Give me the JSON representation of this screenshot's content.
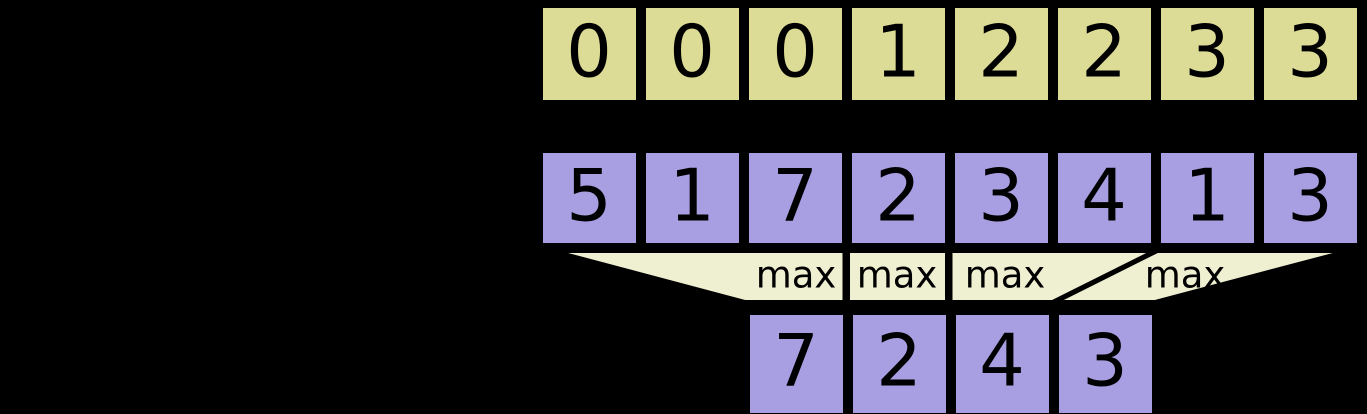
{
  "diagram": {
    "title": "max-pooling-operation",
    "colors": {
      "padding_row_fill": "#dcdc96",
      "input_row_fill": "#a89fe3",
      "output_row_fill": "#a89fe3",
      "funnel_fill": "#efefd2",
      "stroke": "#000000",
      "background": "#000000"
    },
    "rows": {
      "padding_row": {
        "name": "padding-row",
        "values": [
          "0",
          "0",
          "0",
          "1",
          "2",
          "2",
          "3",
          "3"
        ]
      },
      "input_row": {
        "name": "input-row",
        "values": [
          "5",
          "1",
          "7",
          "2",
          "3",
          "4",
          "1",
          "3"
        ]
      },
      "funnel_row": {
        "name": "funnel-row",
        "labels": [
          "max",
          "max",
          "max",
          "max"
        ]
      },
      "output_row": {
        "name": "output-row",
        "values": [
          "7",
          "2",
          "4",
          "3"
        ]
      }
    }
  }
}
